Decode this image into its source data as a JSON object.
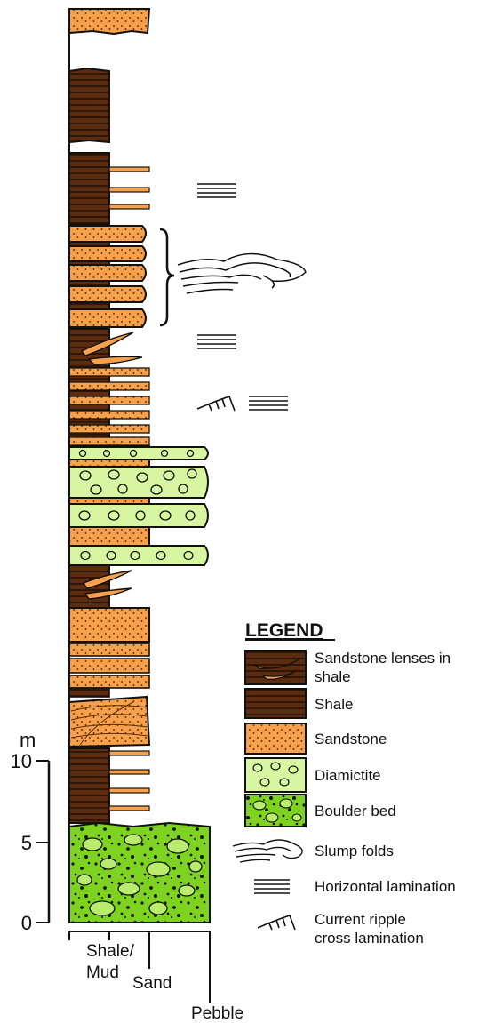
{
  "scale": {
    "unit": "m",
    "ticks": [
      "10",
      "5",
      "0"
    ]
  },
  "grain_axis": {
    "labels": [
      "Shale/\nMud",
      "Sand",
      "Pebble"
    ],
    "shale_line1": "Shale/",
    "shale_line2": "Mud",
    "sand": "Sand",
    "pebble": "Pebble"
  },
  "legend": {
    "title": "LEGEND",
    "items": [
      {
        "key": "sandstone-lenses",
        "label_line1": "Sandstone lenses in",
        "label_line2": "shale"
      },
      {
        "key": "shale",
        "label_line1": "Shale",
        "label_line2": ""
      },
      {
        "key": "sandstone",
        "label_line1": "Sandstone",
        "label_line2": ""
      },
      {
        "key": "diamictite",
        "label_line1": "Diamictite",
        "label_line2": ""
      },
      {
        "key": "boulder-bed",
        "label_line1": "Boulder bed",
        "label_line2": ""
      },
      {
        "key": "slump-folds",
        "label_line1": "Slump folds",
        "label_line2": ""
      },
      {
        "key": "horizontal-lamination",
        "label_line1": "Horizontal lamination",
        "label_line2": ""
      },
      {
        "key": "current-ripple",
        "label_line1": "Current ripple",
        "label_line2": "cross lamination"
      }
    ]
  },
  "colors": {
    "shale": "#5b2c10",
    "sandstone": "#f7a14d",
    "diamictite": "#d8f5a2",
    "boulder": "#7ed321",
    "outline": "#111111"
  }
}
